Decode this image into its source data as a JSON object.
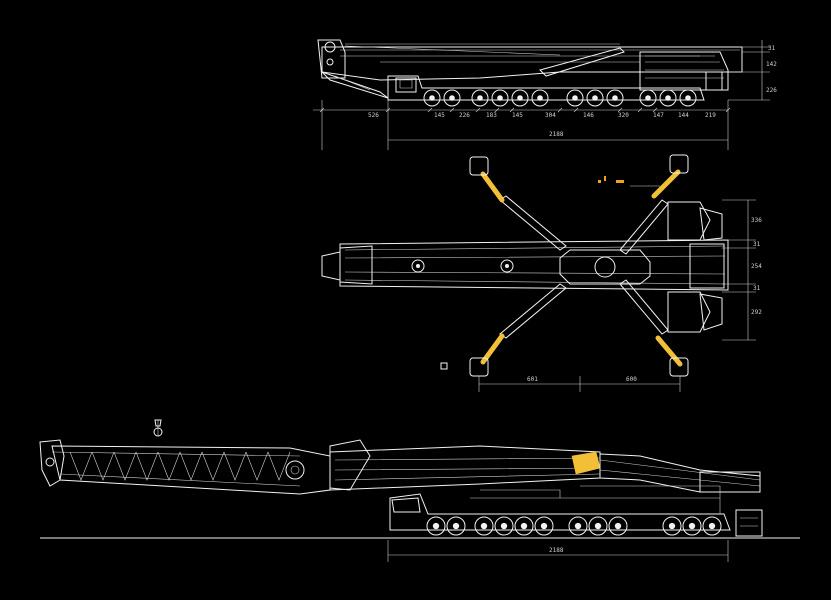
{
  "side_view": {
    "dims_bottom": [
      "526",
      "145",
      "226",
      "183",
      "145",
      "304",
      "146",
      "320",
      "147",
      "144",
      "219"
    ],
    "overall": "2188",
    "dims_right": [
      "31",
      "142",
      "226"
    ]
  },
  "top_view": {
    "dims_right": [
      "336",
      "31",
      "254",
      "31",
      "292"
    ],
    "dims_bottom": [
      "601",
      "600"
    ]
  },
  "working_view": {
    "overall": "2188"
  },
  "colors": {
    "lines": "#f2f2f2",
    "accent": "#f2c037",
    "background": "#000000"
  }
}
